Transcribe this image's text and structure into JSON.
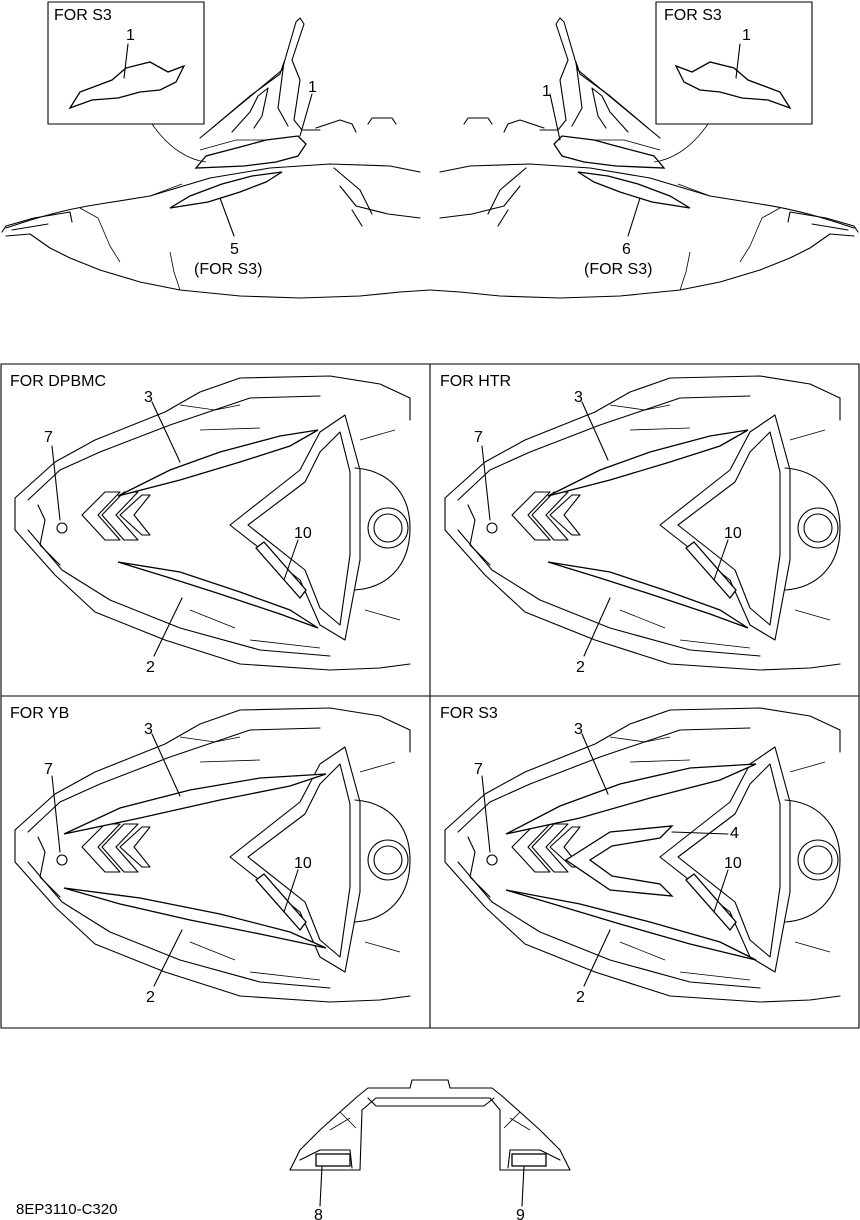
{
  "top_left": {
    "inset_label": "FOR S3",
    "inset_part": "1",
    "part_1": "1",
    "part_5": "5",
    "part_5_note": "(FOR S3)"
  },
  "top_right": {
    "inset_label": "FOR S3",
    "inset_part": "1",
    "part_1": "1",
    "part_6": "6",
    "part_6_note": "(FOR S3)"
  },
  "panels": [
    {
      "label": "FOR DPBMC",
      "p3": "3",
      "p7": "7",
      "p10": "10",
      "p2": "2"
    },
    {
      "label": "FOR HTR",
      "p3": "3",
      "p7": "7",
      "p10": "10",
      "p2": "2"
    },
    {
      "label": "FOR YB",
      "p3": "3",
      "p7": "7",
      "p10": "10",
      "p2": "2"
    },
    {
      "label": "FOR S3",
      "p3": "3",
      "p7": "7",
      "p10": "10",
      "p2": "2",
      "p4": "4"
    }
  ],
  "bottom": {
    "part_8": "8",
    "part_9": "9"
  },
  "drawing_code": "8EP3110-C320"
}
